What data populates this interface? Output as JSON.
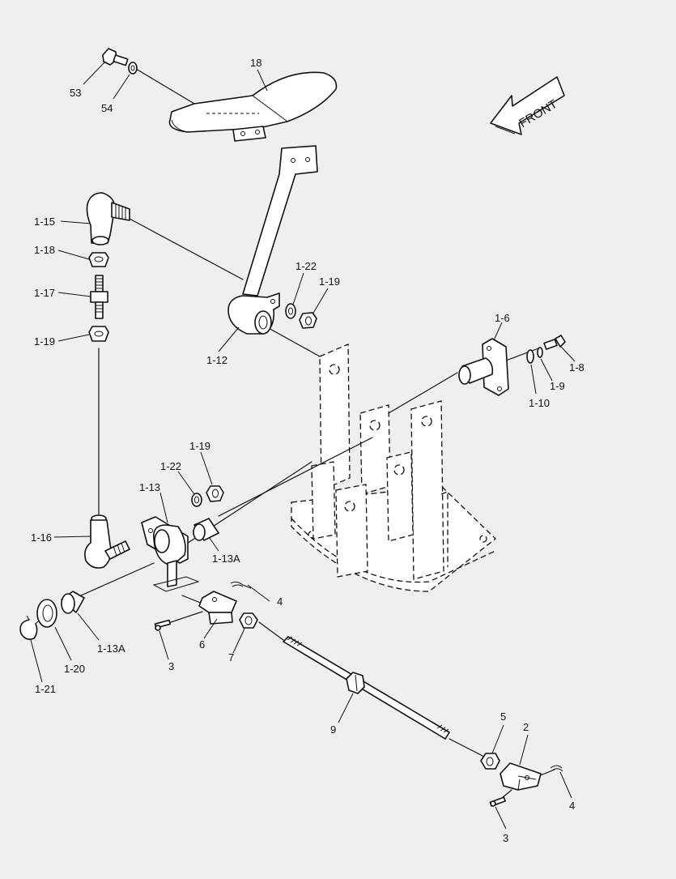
{
  "direction_arrow": {
    "label": "FRONT",
    "icon": "front-arrow-icon"
  },
  "callouts": [
    {
      "id": "c53",
      "text": "53"
    },
    {
      "id": "c54",
      "text": "54"
    },
    {
      "id": "c18",
      "text": "18"
    },
    {
      "id": "c1-15",
      "text": "1-15"
    },
    {
      "id": "c1-18",
      "text": "1-18"
    },
    {
      "id": "c1-17",
      "text": "1-17"
    },
    {
      "id": "c1-19a",
      "text": "1-19"
    },
    {
      "id": "c1-22a",
      "text": "1-22"
    },
    {
      "id": "c1-19b",
      "text": "1-19"
    },
    {
      "id": "c1-12",
      "text": "1-12"
    },
    {
      "id": "c1-6",
      "text": "1-6"
    },
    {
      "id": "c1-8",
      "text": "1-8"
    },
    {
      "id": "c1-9",
      "text": "1-9"
    },
    {
      "id": "c1-10",
      "text": "1-10"
    },
    {
      "id": "c1-19c",
      "text": "1-19"
    },
    {
      "id": "c1-22b",
      "text": "1-22"
    },
    {
      "id": "c1-13",
      "text": "1-13"
    },
    {
      "id": "c1-16",
      "text": "1-16"
    },
    {
      "id": "c1-13a",
      "text": "1-13A"
    },
    {
      "id": "c4a",
      "text": "4"
    },
    {
      "id": "c6",
      "text": "6"
    },
    {
      "id": "c7",
      "text": "7"
    },
    {
      "id": "c3a",
      "text": "3"
    },
    {
      "id": "c1-13a2",
      "text": "1-13A"
    },
    {
      "id": "c1-20",
      "text": "1-20"
    },
    {
      "id": "c1-21",
      "text": "1-21"
    },
    {
      "id": "c9",
      "text": "9"
    },
    {
      "id": "c5",
      "text": "5"
    },
    {
      "id": "c2",
      "text": "2"
    },
    {
      "id": "c4b",
      "text": "4"
    },
    {
      "id": "c3b",
      "text": "3"
    }
  ]
}
